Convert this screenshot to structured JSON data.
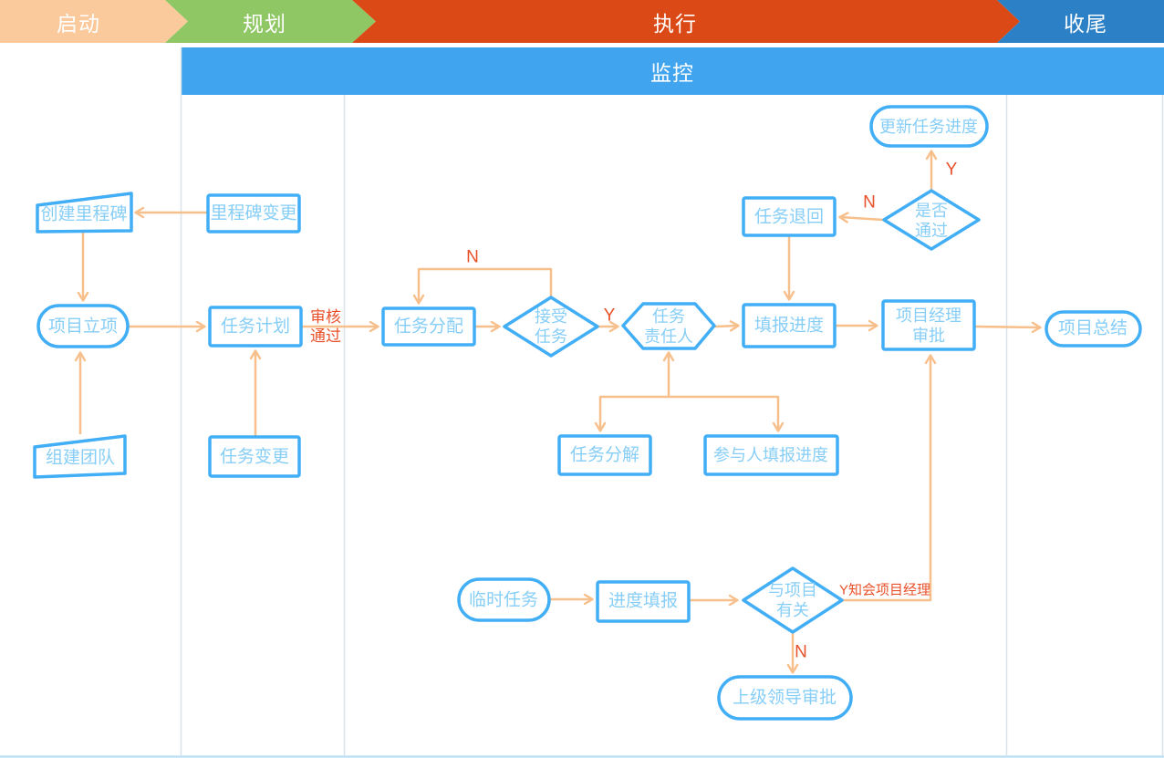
{
  "phases": [
    {
      "id": "start",
      "label": "启动",
      "color": "#FACA9C"
    },
    {
      "id": "planning",
      "label": "规划",
      "color": "#8FC764"
    },
    {
      "id": "execution",
      "label": "执行",
      "color": "#DB4A16"
    },
    {
      "id": "closing",
      "label": "收尾",
      "color": "#2B80C6"
    }
  ],
  "monitor": {
    "label": "监控",
    "color": "#41A4EE"
  },
  "nodes": {
    "create_milestone": {
      "label": "创建里程碑",
      "shape": "card"
    },
    "milestone_change": {
      "label": "里程碑变更",
      "shape": "rectangle"
    },
    "project_initiation": {
      "label": "项目立项",
      "shape": "rounded"
    },
    "build_team": {
      "label": "组建团队",
      "shape": "card"
    },
    "task_plan": {
      "label": "任务计划",
      "shape": "rectangle"
    },
    "task_change": {
      "label": "任务变更",
      "shape": "rectangle"
    },
    "task_assign": {
      "label": "任务分配",
      "shape": "rectangle"
    },
    "accept_task": {
      "label": "接受\n任务",
      "shape": "diamond"
    },
    "task_owner": {
      "label": "任务\n责任人",
      "shape": "hexagon"
    },
    "report_progress": {
      "label": "填报进度",
      "shape": "rectangle"
    },
    "task_return": {
      "label": "任务退回",
      "shape": "rectangle"
    },
    "pass_or_not": {
      "label": "是否\n通过",
      "shape": "diamond"
    },
    "update_progress": {
      "label": "更新任务进度",
      "shape": "rounded"
    },
    "pm_approval": {
      "label": "项目经理\n审批",
      "shape": "rectangle"
    },
    "project_summary": {
      "label": "项目总结",
      "shape": "rounded"
    },
    "task_breakdown": {
      "label": "任务分解",
      "shape": "rectangle"
    },
    "participant_report": {
      "label": "参与人填报进度",
      "shape": "rectangle"
    },
    "temp_task": {
      "label": "临时任务",
      "shape": "rounded"
    },
    "progress_report": {
      "label": "进度填报",
      "shape": "rectangle"
    },
    "project_related": {
      "label": "与项目\n有关",
      "shape": "diamond"
    },
    "leader_approval": {
      "label": "上级领导审批",
      "shape": "rounded"
    }
  },
  "edge_labels": {
    "review_passed": "审核\n通过",
    "accept_no": "N",
    "accept_yes": "Y",
    "pass_no": "N",
    "pass_yes": "Y",
    "related_yes": "Y知会项目经理",
    "related_no": "N"
  },
  "colors": {
    "node_border": "#42AEF5",
    "node_text": "#87CEF7",
    "connector": "#F7BF8B",
    "edge_label": "#E8502A",
    "phase_text": "#FFFFFF",
    "divider": "#D8E3EA"
  }
}
